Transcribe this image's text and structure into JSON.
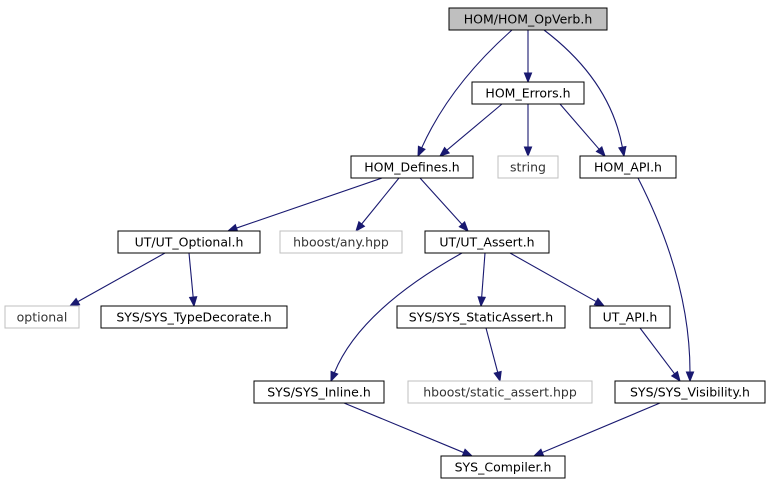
{
  "colors": {
    "root_fill": "#bfbfbf",
    "node_border": "#000000",
    "external_border": "#bfbfbf",
    "edge": "#191970"
  },
  "nodes": [
    {
      "id": "root",
      "label": "HOM/HOM_OpVerb.h",
      "kind": "root"
    },
    {
      "id": "errors",
      "label": "HOM_Errors.h",
      "kind": "header"
    },
    {
      "id": "defines",
      "label": "HOM_Defines.h",
      "kind": "header"
    },
    {
      "id": "string",
      "label": "string",
      "kind": "external"
    },
    {
      "id": "homapi",
      "label": "HOM_API.h",
      "kind": "header"
    },
    {
      "id": "optional_h",
      "label": "UT/UT_Optional.h",
      "kind": "header"
    },
    {
      "id": "anyhpp",
      "label": "hboost/any.hpp",
      "kind": "external"
    },
    {
      "id": "assert",
      "label": "UT/UT_Assert.h",
      "kind": "header"
    },
    {
      "id": "optional",
      "label": "optional",
      "kind": "external"
    },
    {
      "id": "typedecorate",
      "label": "SYS/SYS_TypeDecorate.h",
      "kind": "header"
    },
    {
      "id": "staticassert",
      "label": "SYS/SYS_StaticAssert.h",
      "kind": "header"
    },
    {
      "id": "utapi",
      "label": "UT_API.h",
      "kind": "header"
    },
    {
      "id": "inline",
      "label": "SYS/SYS_Inline.h",
      "kind": "header"
    },
    {
      "id": "static_assert_hpp",
      "label": "hboost/static_assert.hpp",
      "kind": "external"
    },
    {
      "id": "visibility",
      "label": "SYS/SYS_Visibility.h",
      "kind": "header"
    },
    {
      "id": "compiler",
      "label": "SYS_Compiler.h",
      "kind": "header"
    }
  ],
  "edges": [
    {
      "from": "root",
      "to": "defines"
    },
    {
      "from": "root",
      "to": "errors"
    },
    {
      "from": "root",
      "to": "homapi"
    },
    {
      "from": "errors",
      "to": "defines"
    },
    {
      "from": "errors",
      "to": "string"
    },
    {
      "from": "errors",
      "to": "homapi"
    },
    {
      "from": "defines",
      "to": "optional_h"
    },
    {
      "from": "defines",
      "to": "anyhpp"
    },
    {
      "from": "defines",
      "to": "assert"
    },
    {
      "from": "homapi",
      "to": "visibility"
    },
    {
      "from": "optional_h",
      "to": "optional"
    },
    {
      "from": "optional_h",
      "to": "typedecorate"
    },
    {
      "from": "assert",
      "to": "inline"
    },
    {
      "from": "assert",
      "to": "staticassert"
    },
    {
      "from": "assert",
      "to": "utapi"
    },
    {
      "from": "staticassert",
      "to": "static_assert_hpp"
    },
    {
      "from": "utapi",
      "to": "visibility"
    },
    {
      "from": "inline",
      "to": "compiler"
    },
    {
      "from": "visibility",
      "to": "compiler"
    }
  ]
}
